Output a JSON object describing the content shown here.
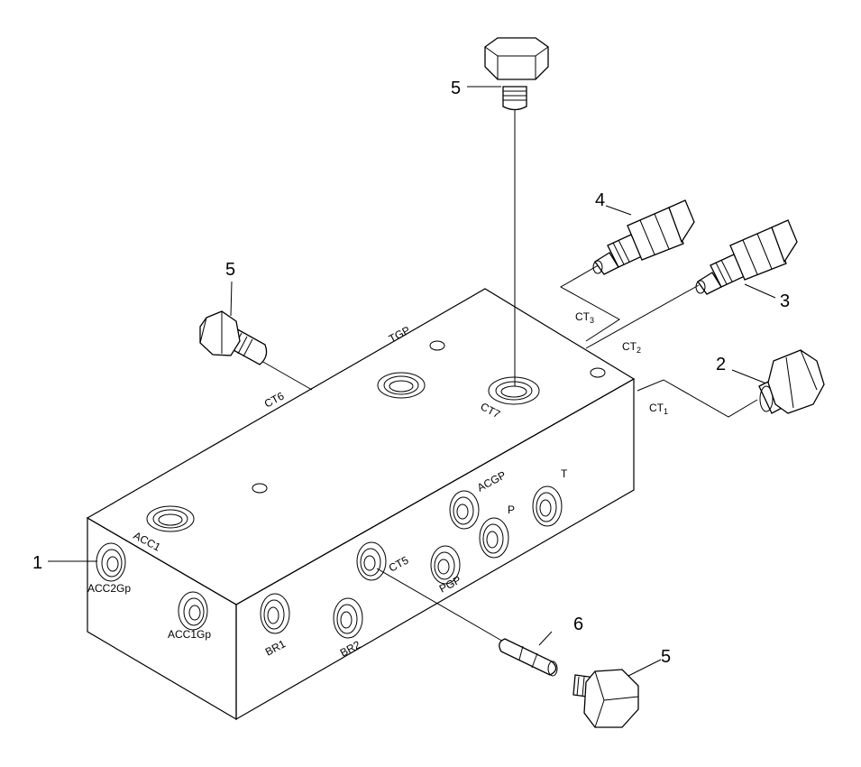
{
  "callouts": {
    "c1": "1",
    "c2": "2",
    "c3": "3",
    "c4": "4",
    "c5_top": "5",
    "c5_left": "5",
    "c5_bottom": "5",
    "c6": "6"
  },
  "ports": {
    "acc2gp": "ACC2Gp",
    "acc1gp": "ACC1Gp",
    "acc1": "ACC1",
    "br1": "BR1",
    "br2": "BR2",
    "ct5": "CT5",
    "pgp": "PGP",
    "acgp": "ACGP",
    "p": "P",
    "t": "T",
    "tgp": "TGP",
    "ct6": "CT6",
    "ct7": "CT7"
  },
  "cavities": {
    "ct1": "CT",
    "ct1_sub": "1",
    "ct2": "CT",
    "ct2_sub": "2",
    "ct3": "CT",
    "ct3_sub": "3"
  }
}
